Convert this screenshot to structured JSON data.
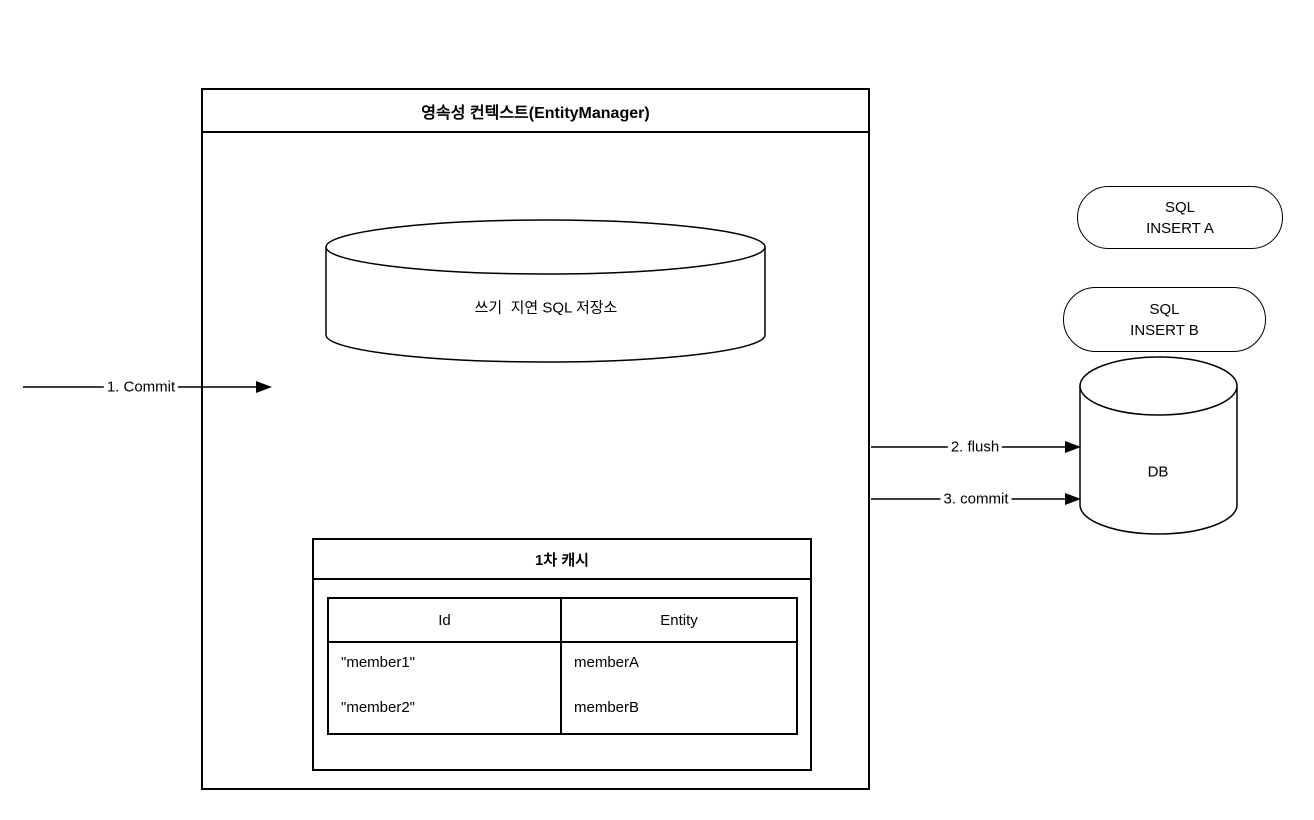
{
  "persistence_context": {
    "title": "영속성 컨텍스트(EntityManager)",
    "write_behind_store_label": "쓰기  지연 SQL 저장소",
    "first_level_cache": {
      "title": "1차 캐시",
      "table": {
        "headers": [
          "Id",
          "Entity"
        ],
        "rows": [
          {
            "id": "\"member1\"",
            "entity": "memberA"
          },
          {
            "id": "\"member2\"",
            "entity": "memberB"
          }
        ]
      }
    }
  },
  "flow": {
    "commit_label": "1. Commit",
    "flush_label": "2. flush",
    "db_commit_label": "3. commit"
  },
  "sql_queue": {
    "insert_a": {
      "line1": "SQL",
      "line2": "INSERT A"
    },
    "insert_b": {
      "line1": "SQL",
      "line2": "INSERT B"
    }
  },
  "database": {
    "label": "DB"
  },
  "colors": {
    "stroke": "#000000",
    "background": "#ffffff"
  }
}
